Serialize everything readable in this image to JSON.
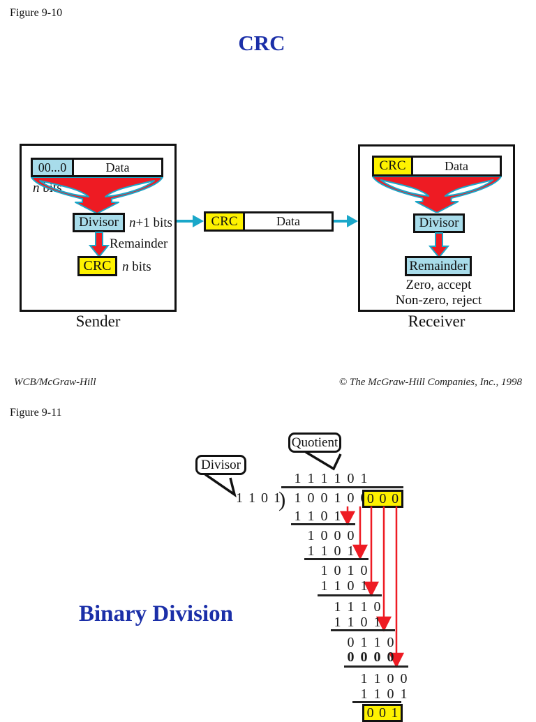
{
  "page": {
    "figure10_label": "Figure 9-10",
    "title": "CRC",
    "footer_left": "WCB/McGraw-Hill",
    "footer_right": "© The McGraw-Hill Companies, Inc., 1998",
    "figure11_label": "Figure 9-11",
    "division_title": "Binary Division"
  },
  "colors": {
    "title_blue": "#1b2fa8",
    "red": "#ee1b23",
    "cyan": "#1aa7c9",
    "light_blue": "#a8dcea",
    "yellow": "#fef200"
  },
  "sender": {
    "panel_label": "Sender",
    "zeros_cell": "00...0",
    "data_cell": "Data",
    "n_var": "n",
    "n_rest": " bits",
    "divisor_box": "Divisor",
    "n1_var": "n",
    "n1_rest": "+1 bits",
    "remainder_label": "Remainder",
    "crc_box": "CRC",
    "n2_var": "n",
    "n2_rest": " bits"
  },
  "packet": {
    "crc_cell": "CRC",
    "data_cell": "Data"
  },
  "receiver": {
    "panel_label": "Receiver",
    "crc_cell": "CRC",
    "data_cell": "Data",
    "divisor_box": "Divisor",
    "remainder_box": "Remainder",
    "zero_line": "Zero, accept",
    "nonzero_line": "Non-zero, reject"
  },
  "division": {
    "quotient_callout": "Quotient",
    "divisor_callout": "Divisor",
    "quotient": "111101",
    "divisor": "1101",
    "paren": ")",
    "dividend": "100100",
    "appended_zeros": "000",
    "steps": [
      "1101",
      "1000",
      "1101",
      "1010",
      "1101",
      "1110",
      "1101",
      "0110",
      "0000",
      "1100",
      "1101"
    ],
    "remainder": "001"
  }
}
